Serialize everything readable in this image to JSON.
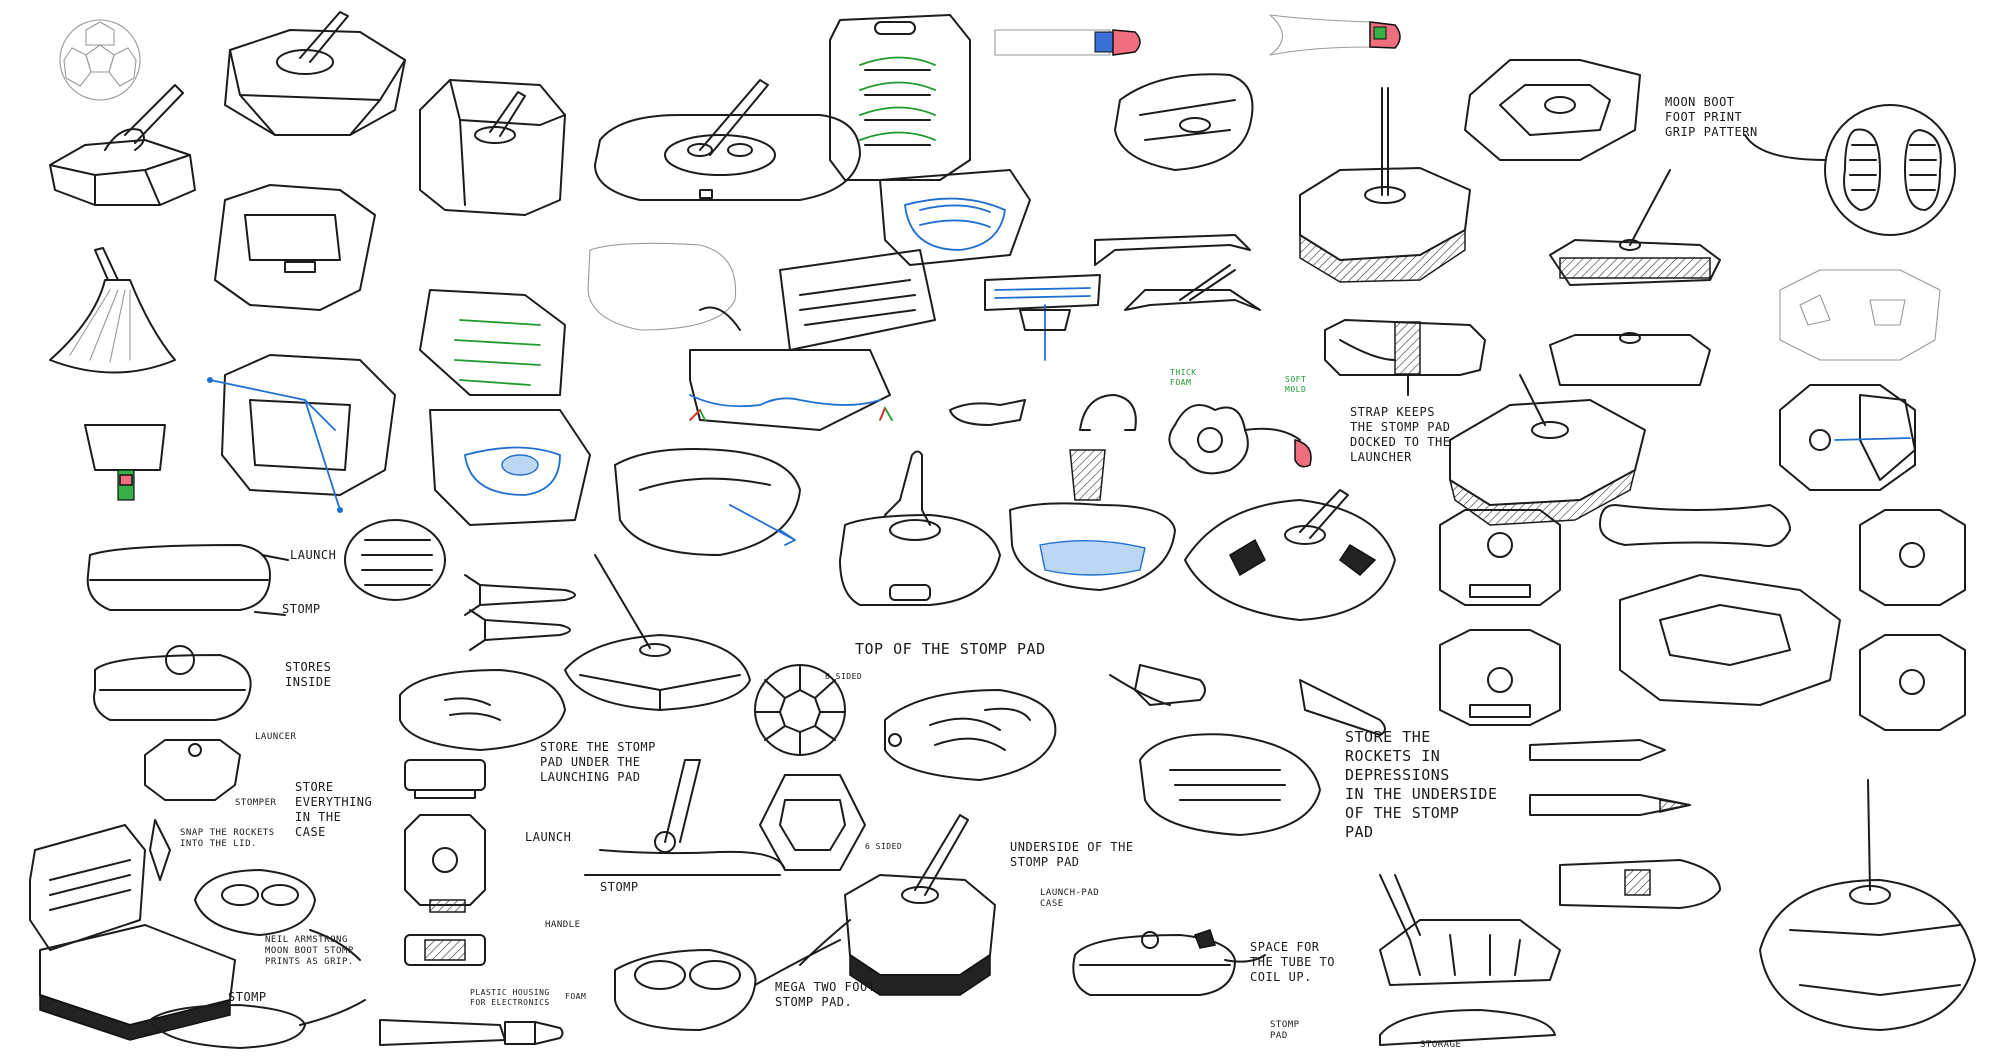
{
  "notes": {
    "launch": "Launch",
    "stomp": "Stomp",
    "stores_inside": "Stores\ninside",
    "launcher": "Launcer",
    "stomper": "Stomper",
    "store_everything": "Store\neverything\nin the\ncase",
    "snap_rockets": "Snap the rockets\ninto the lid.",
    "neil_armstrong": "Neil Armstrong\nMoon Boot Stomp\nPrints as grip.",
    "stomp_label": "Stomp",
    "plastic_housing": "Plastic housing\nfor electronics",
    "foam": "Foam",
    "handle": "Handle",
    "store_stomp_pad": "Store the stomp\npad under the\nlaunching pad",
    "launch_side": "Launch",
    "stomp_side": "Stomp",
    "top_of_stomp_pad": "Top of the stomp pad",
    "eight_sided": "8 sided",
    "six_sided": "6 sided",
    "mega_two_foot": "Mega two foot\nstomp pad.",
    "underside_stomp_pad": "Underside of the\nstomp pad",
    "launch_pad_case": "Launch-pad\ncase",
    "store_rockets": "Store the\nrockets in\ndepressions\nin the underside\nof the stomp\npad",
    "space_tube": "Space for\nthe tube to\ncoil up.",
    "stomp_pad": "Stomp\npad",
    "storage": "Storage",
    "strap_keeps": "Strap keeps\nthe stomp pad\ndocked to the\nlauncher",
    "moon_boot": "Moon boot\nfoot print\ngrip pattern",
    "thick_foam": "thick\nfoam",
    "soft_mold": "soft\nmold"
  },
  "colors": {
    "ink": "#1c1c1c",
    "green_marker": "#1f9a2f",
    "blue_marker": "#1f6fd1",
    "red_marker": "#f06f7f"
  }
}
